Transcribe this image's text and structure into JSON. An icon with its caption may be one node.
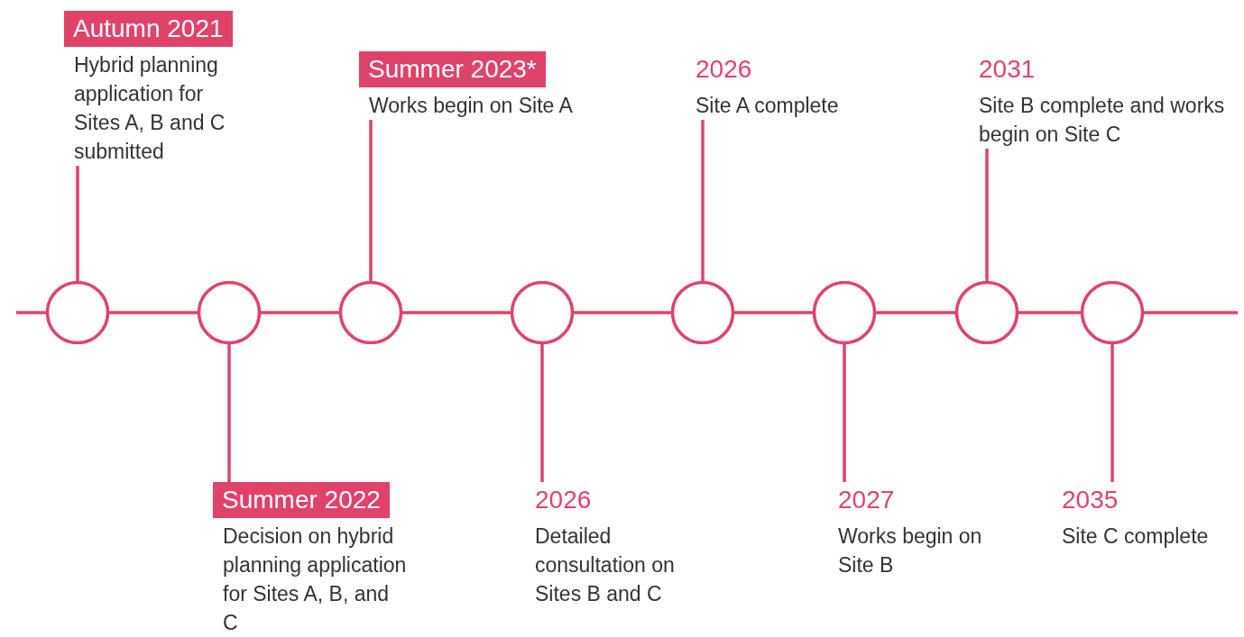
{
  "diagram": {
    "nodes": [
      {
        "text": [
          "Autumn 2021",
          "Hybrid planning application for Sites A, B and C submitted"
        ]
      },
      {
        "text": [
          "Summer 2022",
          "Decision on hybrid planning application for Sites A, B, and C"
        ]
      },
      {
        "text": [
          "Summer 2023*",
          "Works begin on Site A"
        ]
      },
      {
        "text": [
          "2026",
          "Detailed consultation on Sites B and C"
        ]
      },
      {
        "text": [
          "2026",
          "Site A complete"
        ]
      },
      {
        "text": [
          "2027",
          "Works begin on Site B"
        ]
      },
      {
        "text": [
          "2031",
          "Site B complete and works begin on Site C"
        ]
      },
      {
        "text": [
          "2035",
          "Site C complete"
        ]
      },
      {
        "text": [],
        "shape": "circle"
      },
      {
        "text": [],
        "shape": "circle"
      },
      {
        "text": [],
        "shape": "circle"
      },
      {
        "text": [],
        "shape": "circle"
      },
      {
        "text": [],
        "shape": "circle"
      },
      {
        "text": [],
        "shape": "circle"
      },
      {
        "text": [],
        "shape": "circle"
      },
      {
        "text": [],
        "shape": "circle"
      }
    ],
    "edges": [
      {
        "from": null,
        "to": 8,
        "arrow": "none"
      },
      {
        "from": 8,
        "to": 9,
        "arrow": "none"
      },
      {
        "from": 9,
        "to": 10,
        "arrow": "none"
      },
      {
        "from": 10,
        "to": 11,
        "arrow": "none"
      },
      {
        "from": 11,
        "to": 12,
        "arrow": "none"
      },
      {
        "from": 12,
        "to": 13,
        "arrow": "none"
      },
      {
        "from": 13,
        "to": 14,
        "arrow": "none"
      },
      {
        "from": 14,
        "to": 15,
        "arrow": "none"
      },
      {
        "from": 15,
        "to": null,
        "arrow": "none"
      },
      {
        "from": 8,
        "to": 0,
        "arrow": "none"
      },
      {
        "from": 9,
        "to": 1,
        "arrow": "none"
      },
      {
        "from": 10,
        "to": 2,
        "arrow": "none"
      },
      {
        "from": 11,
        "to": 3,
        "arrow": "none"
      },
      {
        "from": 12,
        "to": 4,
        "arrow": "none"
      },
      {
        "from": 13,
        "to": 5,
        "arrow": "none"
      },
      {
        "from": 14,
        "to": 6,
        "arrow": "none"
      },
      {
        "from": 15,
        "to": 7,
        "arrow": "none"
      }
    ]
  }
}
